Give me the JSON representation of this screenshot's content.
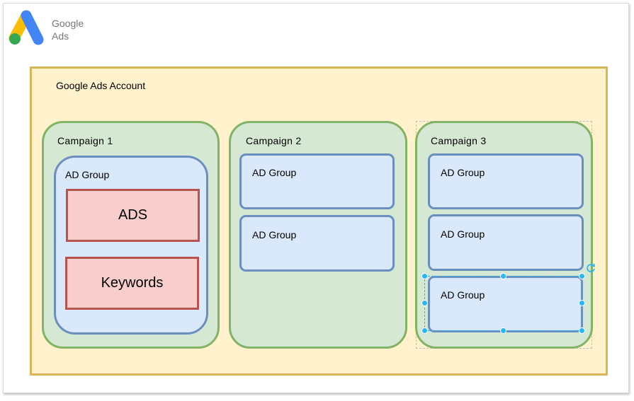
{
  "logo": {
    "line1": "Google",
    "line2": "Ads"
  },
  "account": {
    "label": "Google Ads Account"
  },
  "campaigns": [
    {
      "label": "Campaign 1",
      "ad_groups": [
        {
          "label": "AD Group",
          "items": [
            "ADS",
            "Keywords"
          ]
        }
      ]
    },
    {
      "label": "Campaign 2",
      "ad_groups": [
        {
          "label": "AD Group"
        },
        {
          "label": "AD Group"
        }
      ]
    },
    {
      "label": "Campaign 3",
      "ad_groups": [
        {
          "label": "AD Group"
        },
        {
          "label": "AD Group"
        },
        {
          "label": "AD Group",
          "selected": true
        }
      ]
    }
  ],
  "colors": {
    "account_fill": "#fff2cc",
    "account_stroke": "#d6b656",
    "campaign_fill": "#d5e8d4",
    "campaign_stroke": "#82b366",
    "adgroup_fill": "#dae8fc",
    "adgroup_stroke": "#6c8ebf",
    "leaf_fill": "#f8cecc",
    "leaf_stroke": "#b85450",
    "selection": "#29b6f2"
  },
  "icons": [
    "google-ads-logo-icon",
    "rotate-handle-icon"
  ]
}
